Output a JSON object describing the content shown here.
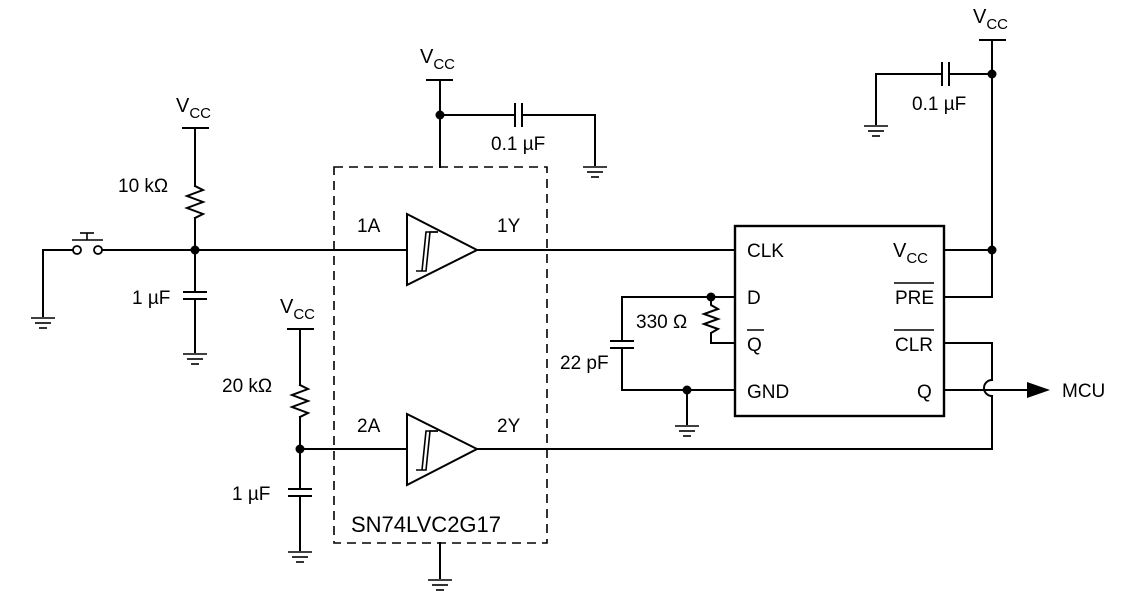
{
  "supply": {
    "main": "V",
    "sub": "CC"
  },
  "components": {
    "r_pullup": "10 kΩ",
    "c_debounce_1": "1 µF",
    "r_input2": "20 kΩ",
    "c_debounce_2": "1 µF",
    "c_decouple_buffer": "0.1 µF",
    "c_decouple_ff": "0.1 µF",
    "r_feedback": "330 Ω",
    "c_feedback": "22 pF"
  },
  "buffer": {
    "part": "SN74LVC2G17",
    "pins": {
      "in1": "1A",
      "out1": "1Y",
      "in2": "2A",
      "out2": "2Y"
    }
  },
  "flipflop": {
    "pins": {
      "clk": "CLK",
      "d": "D",
      "qbar": "Q",
      "gnd": "GND",
      "vcc_main": "V",
      "vcc_sub": "CC",
      "pre": "PRE",
      "clr": "CLR",
      "q": "Q"
    }
  },
  "output": {
    "label": "MCU"
  }
}
